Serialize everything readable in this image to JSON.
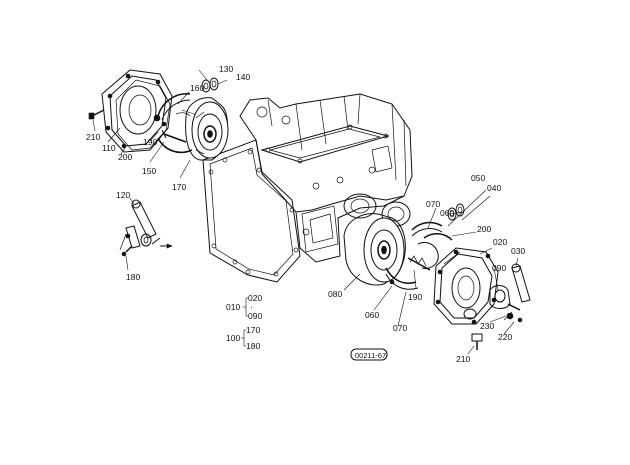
{
  "figure_code": "00211-67",
  "callouts": {
    "c130": "130",
    "c140": "140",
    "c160": "160",
    "c210a": "210",
    "c110": "110",
    "c200a": "200",
    "c190a": "190",
    "c150": "150",
    "c170": "170",
    "c120": "120",
    "c180a": "180",
    "c050": "050",
    "c040": "040",
    "c070a": "070",
    "c060a": "060",
    "c200b": "200",
    "c020a": "020",
    "c030": "030",
    "c090a": "090",
    "c080": "080",
    "c060b": "060",
    "c070b": "070",
    "c190b": "190",
    "c230": "230",
    "c220": "220",
    "c210b": "210"
  },
  "kit_groups": {
    "g1_parent": "010",
    "g1_child_a": "020",
    "g1_child_b": "090",
    "g2_parent": "100",
    "g2_child_a": "170",
    "g2_child_b": "180"
  }
}
